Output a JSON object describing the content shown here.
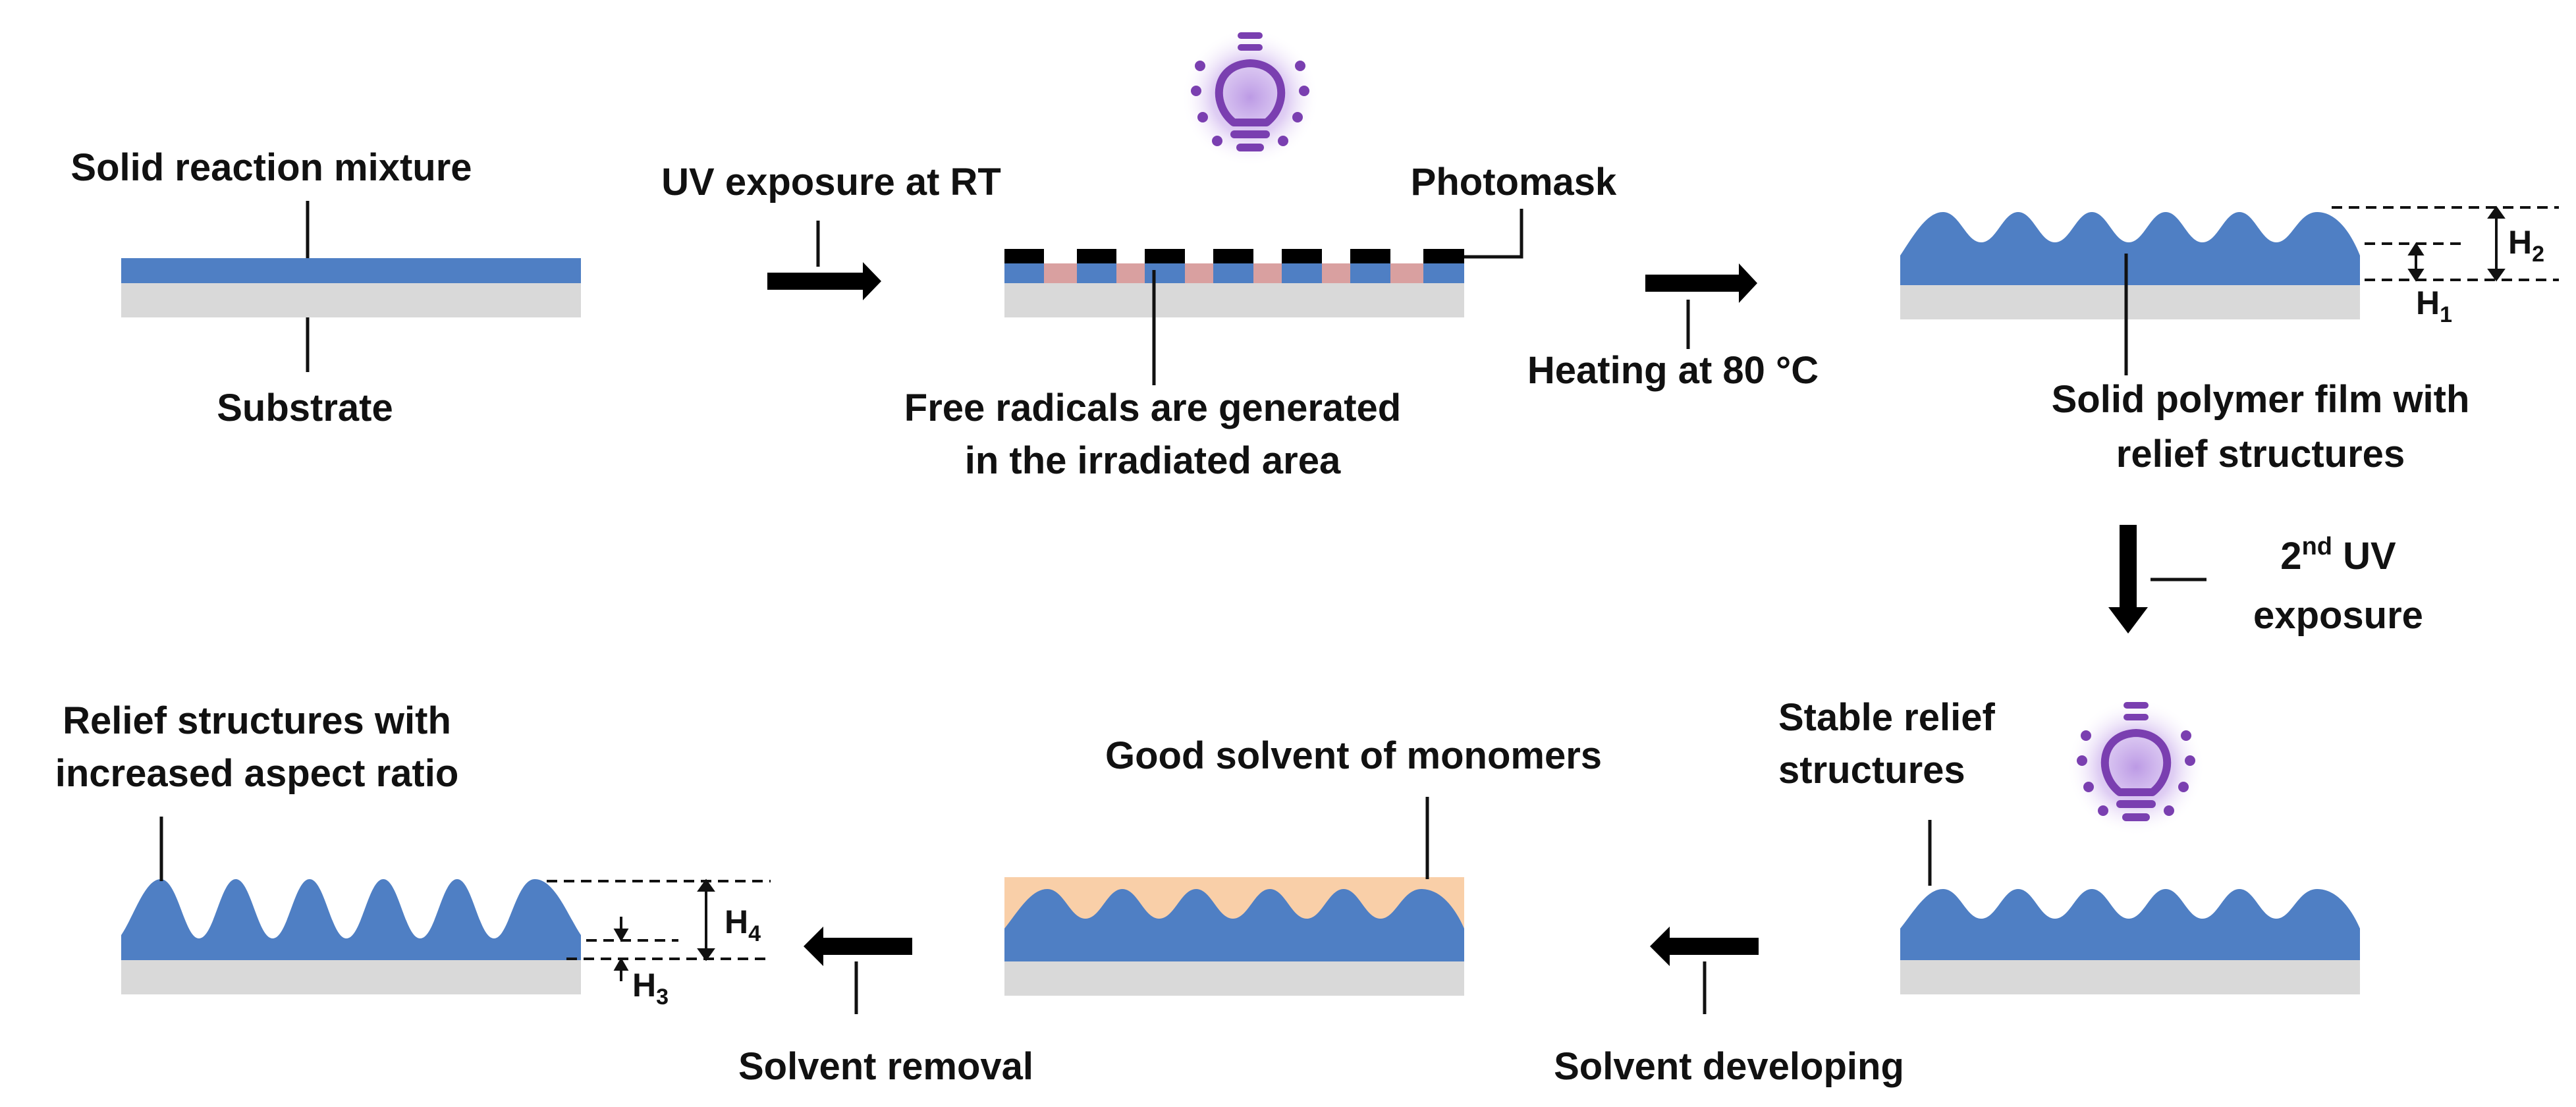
{
  "labels": {
    "solid_reaction_mixture": "Solid reaction mixture",
    "substrate": "Substrate",
    "uv_exposure_rt": "UV exposure at RT",
    "photomask": "Photomask",
    "free_radicals_line1": "Free radicals are generated",
    "free_radicals_line2": "in the irradiated area",
    "heating": "Heating at 80 °C",
    "solid_polymer_line1": "Solid polymer film with",
    "solid_polymer_line2": "relief structures",
    "second_uv_prefix": "2",
    "second_uv_sup": "nd",
    "second_uv_suffix": " UV",
    "second_uv_line2": "exposure",
    "stable_relief_line1": "Stable relief",
    "stable_relief_line2": "structures",
    "good_solvent": "Good solvent of monomers",
    "relief_increased_line1": "Relief structures with",
    "relief_increased_line2": "increased aspect ratio",
    "solvent_developing": "Solvent developing",
    "solvent_removal": "Solvent removal",
    "h1": "H",
    "h1_sub": "1",
    "h2": "H",
    "h2_sub": "2",
    "h3": "H",
    "h3_sub": "3",
    "h4": "H",
    "h4_sub": "4"
  },
  "colors": {
    "film_blue": "#4f7fc4",
    "substrate_gray": "#d9d9d9",
    "irradiated_pink": "#d9a0a0",
    "mask_black": "#000000",
    "solvent_peach": "#f9cfa8",
    "bulb_purple": "#7a3fb0",
    "glow_purple": "#b088e0",
    "text": "#111111"
  },
  "icons": [
    "light-bulb-icon",
    "light-bulb-icon"
  ]
}
